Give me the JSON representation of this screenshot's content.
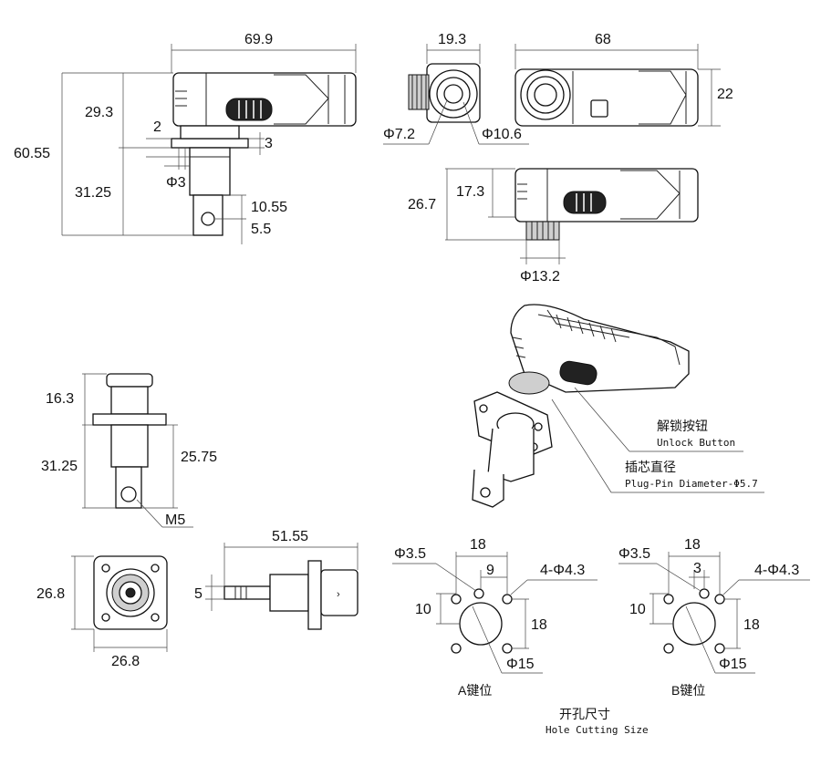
{
  "front_view": {
    "width": "69.9",
    "total_height": "60.55",
    "upper_height": "29.3",
    "flange_step": "2",
    "flange_thickness": "3",
    "hole_dia": "Φ3",
    "lower_height": "31.25",
    "pin_length": "10.55",
    "pin_offset": "5.5"
  },
  "end_view": {
    "width": "19.3",
    "inner_dia": "Φ7.2",
    "outer_dia": "Φ10.6"
  },
  "top_view": {
    "length": "68",
    "height": "22"
  },
  "side_view": {
    "upper": "17.3",
    "total": "26.7",
    "knurl_dia": "Φ13.2"
  },
  "socket_side": {
    "head_height": "16.3",
    "lower_height": "31.25",
    "pin_length": "25.75",
    "thread": "M5"
  },
  "flange_front": {
    "height": "26.8",
    "width": "26.8"
  },
  "socket_length": {
    "length": "51.55",
    "pin": "5"
  },
  "iso_callouts": {
    "unlock_cn": "解锁按钮",
    "unlock_en": "Unlock Button",
    "pin_cn": "插芯直径",
    "pin_en": "Plug-Pin Diameter-Φ5.7"
  },
  "hole_a": {
    "small_hole": "Φ3.5",
    "spacing": "18",
    "offset": "9",
    "mount_holes": "4-Φ4.3",
    "vert": "10",
    "vert_spacing": "18",
    "center": "Φ15",
    "caption": "A键位"
  },
  "hole_b": {
    "small_hole": "Φ3.5",
    "spacing": "18",
    "offset": "3",
    "mount_holes": "4-Φ4.3",
    "vert": "10",
    "vert_spacing": "18",
    "center": "Φ15",
    "caption": "B键位"
  },
  "footer": {
    "title_cn": "开孔尺寸",
    "title_en": "Hole Cutting Size"
  }
}
